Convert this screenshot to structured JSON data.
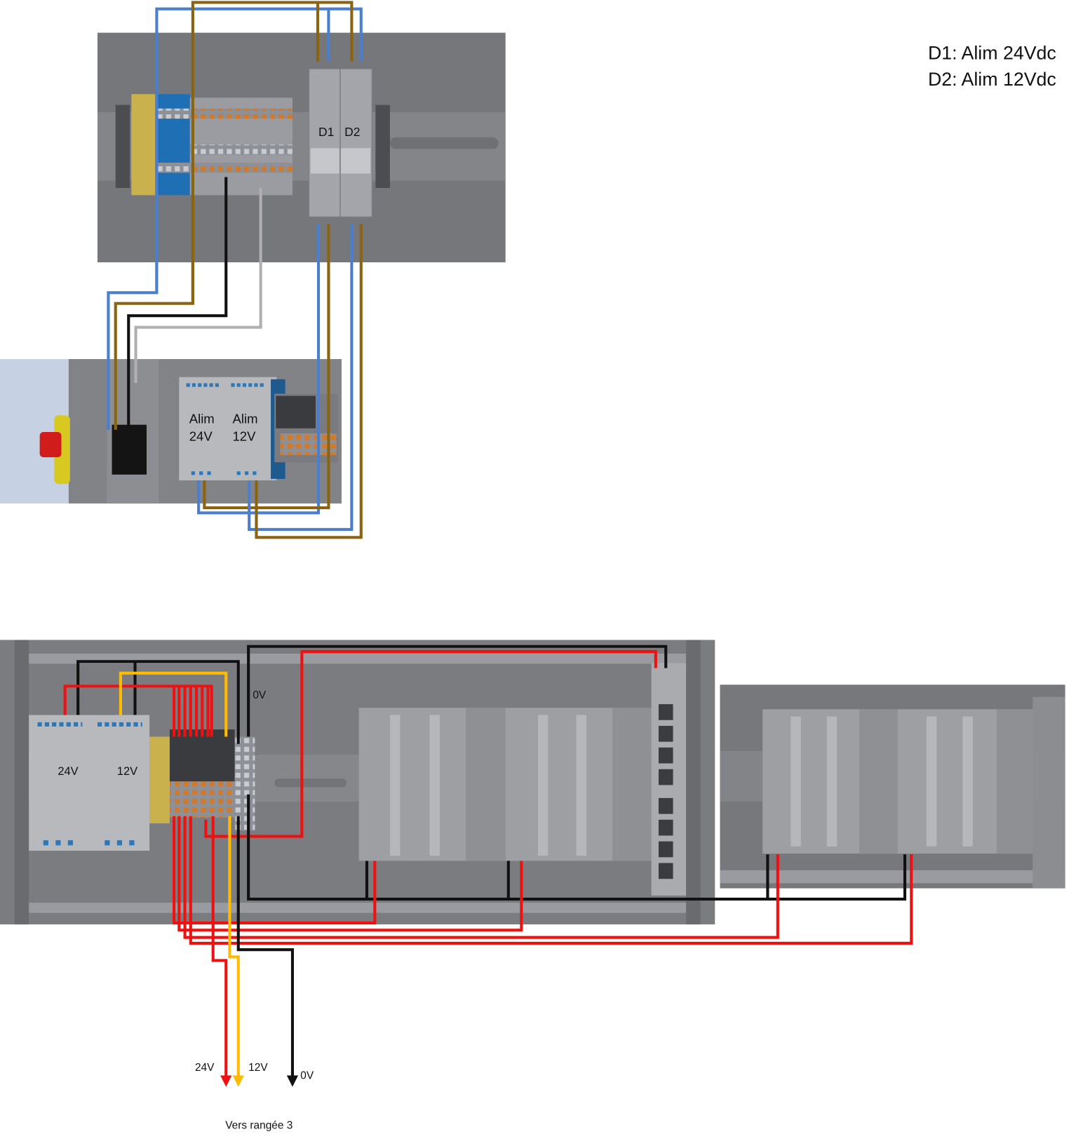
{
  "legend": {
    "line1": "D1: Alim 24Vdc",
    "line2": "D2: Alim 12Vdc"
  },
  "top_panel": {
    "breaker1": "D1",
    "breaker2": "D2"
  },
  "middle_panel": {
    "psu1_line1": "Alim",
    "psu1_line2": "24V",
    "psu2_line1": "Alim",
    "psu2_line2": "12V"
  },
  "bottom_panel": {
    "psu1": "24V",
    "psu2": "12V",
    "zero_v": "0V"
  },
  "outputs": {
    "v24": "24V",
    "v12": "12V",
    "v0": "0V",
    "caption": "Vers rangée 3"
  },
  "colors": {
    "wire_24v": "#ee1111",
    "wire_12v": "#ffbb00",
    "wire_0v": "#111111",
    "wire_blue": "#4a7fd0",
    "wire_brown": "#8a6410"
  }
}
